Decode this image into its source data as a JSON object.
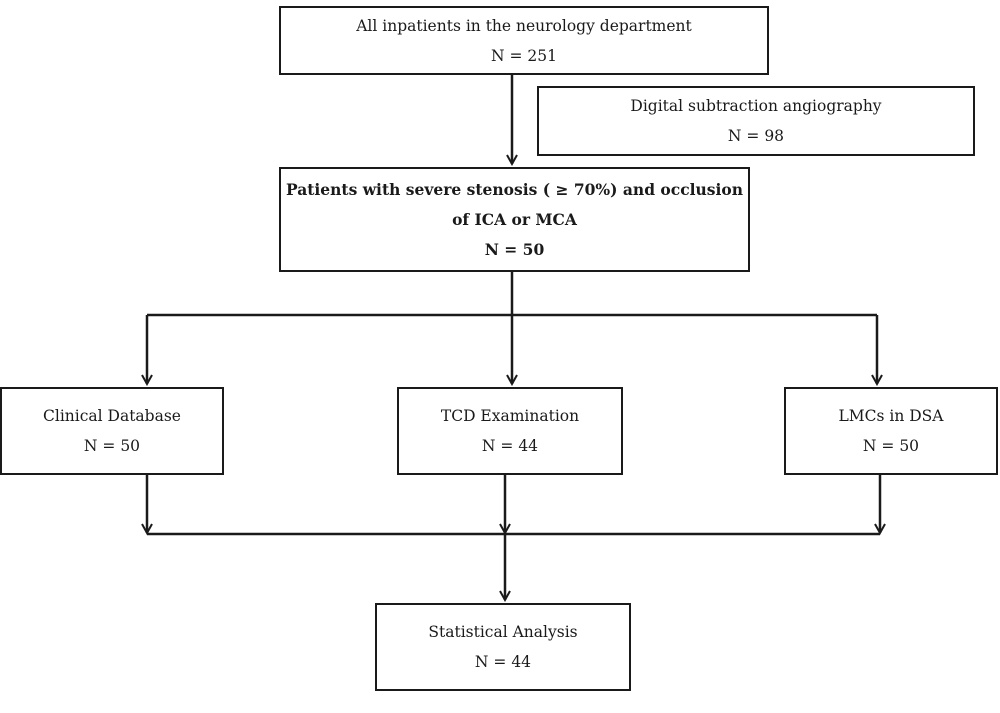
{
  "flowchart": {
    "inpatients": {
      "label": "All inpatients in the neurology department",
      "count": "N = 251"
    },
    "dsa": {
      "label": "Digital subtraction angiography",
      "count": "N = 98"
    },
    "severe_stenosis": {
      "label_line1": "Patients with severe stenosis ( ≥ 70%) and occlusion",
      "label_line2": "of ICA or MCA",
      "count": "N = 50"
    },
    "clinical_database": {
      "label": "Clinical Database",
      "count": "N = 50"
    },
    "tcd_examination": {
      "label": "TCD Examination",
      "count": "N = 44"
    },
    "lmcs_in_dsa": {
      "label": "LMCs in DSA",
      "count": "N = 50"
    },
    "statistical_analysis": {
      "label": "Statistical Analysis",
      "count": "N = 44"
    }
  },
  "colors": {
    "stroke": "#1a1a1a",
    "background": "#ffffff"
  }
}
